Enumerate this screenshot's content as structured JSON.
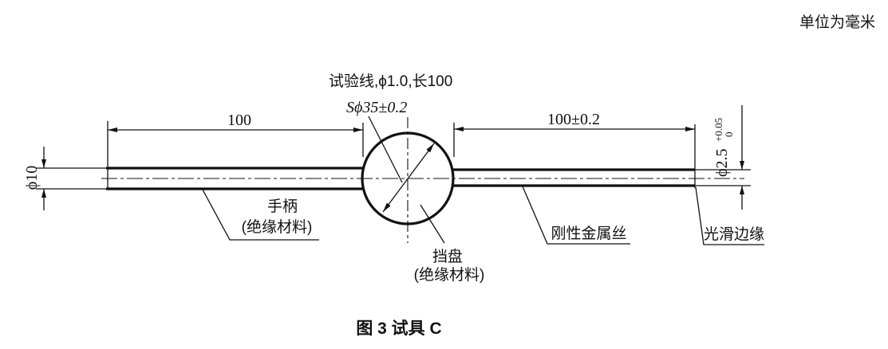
{
  "unit_note": "单位为毫米",
  "caption": "图 3  试具 C",
  "dimensions": {
    "test_wire_note": "试验线,ϕ1.0,长100",
    "sphere_dia": "Sϕ35±0.2",
    "handle_length": "100",
    "wire_length": "100±0.2",
    "handle_dia": "ϕ10",
    "wire_dia": "ϕ2.5",
    "wire_dia_tol_upper": "+0.05",
    "wire_dia_tol_lower": "0"
  },
  "part_labels": {
    "handle_name": "手柄",
    "handle_material": "(绝缘材料)",
    "disk_name": "挡盘",
    "disk_material": "(绝缘材料)",
    "wire": "刚性金属丝",
    "edge": "光滑边缘"
  },
  "colors": {
    "ink": "#111111",
    "background": "#ffffff"
  }
}
